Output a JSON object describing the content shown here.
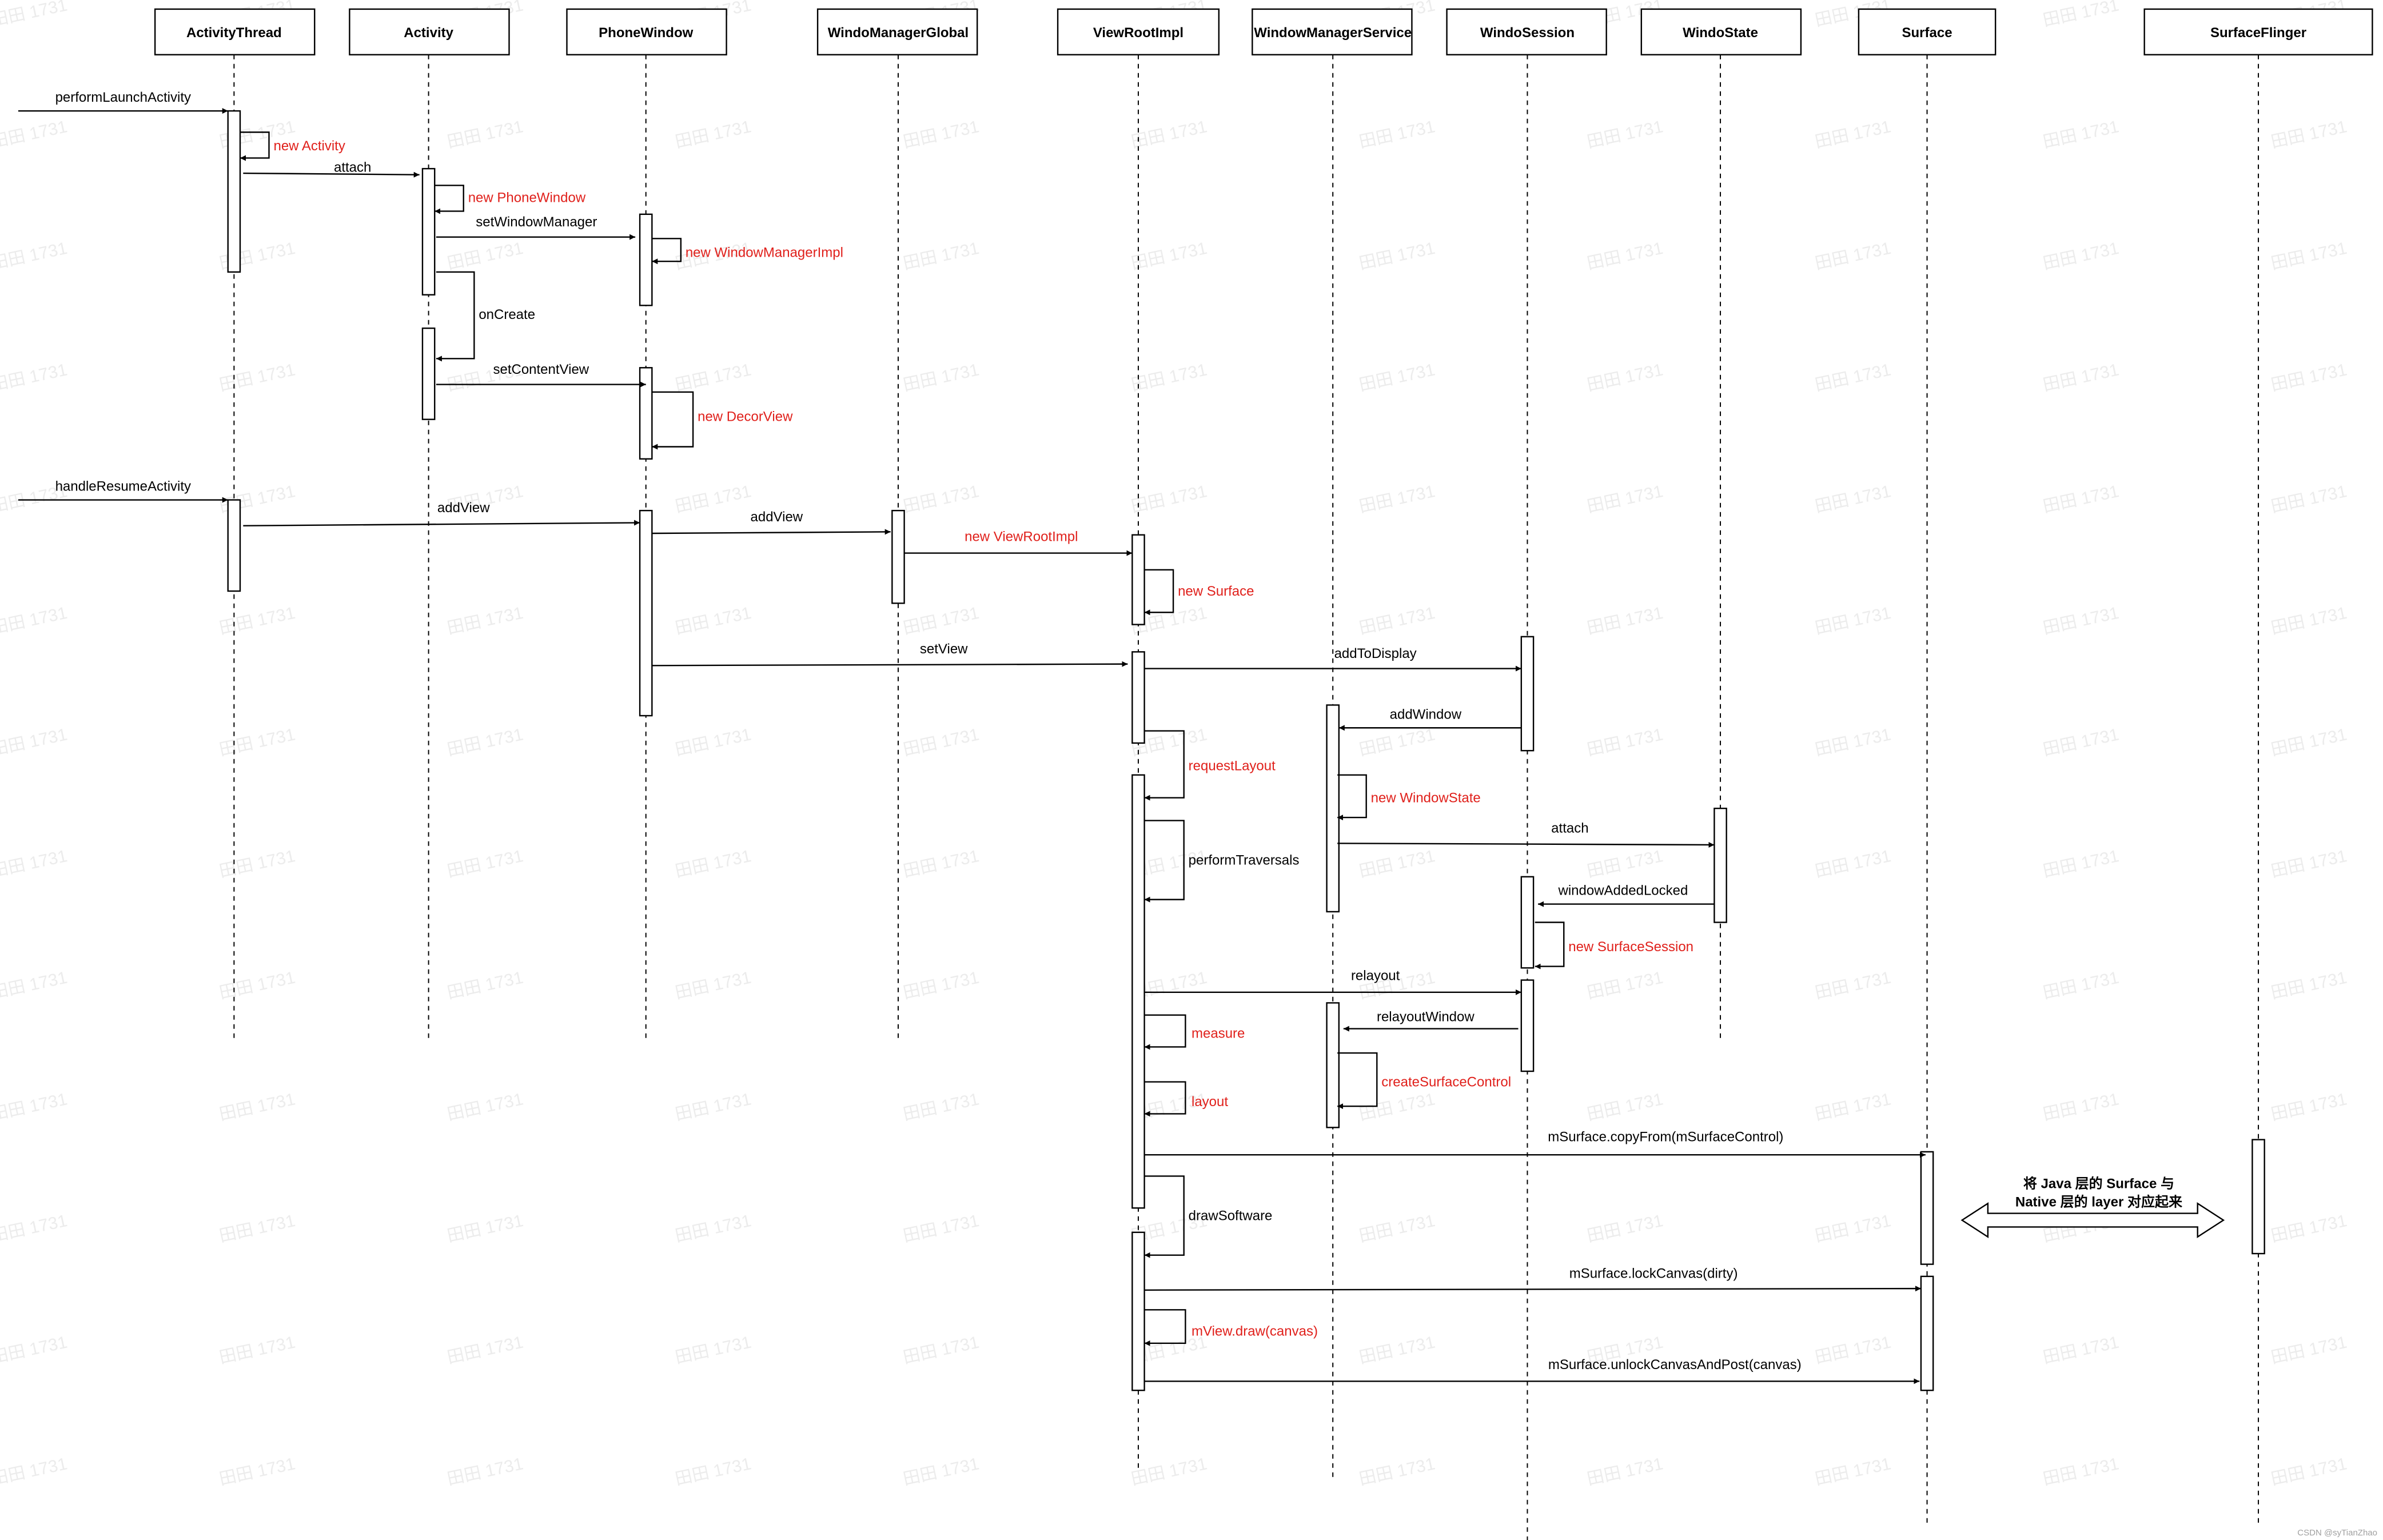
{
  "participants": [
    {
      "id": "activity_thread",
      "label": "ActivityThread"
    },
    {
      "id": "activity",
      "label": "Activity"
    },
    {
      "id": "phone_window",
      "label": "PhoneWindow"
    },
    {
      "id": "windo_manager_global",
      "label": "WindoManagerGlobal"
    },
    {
      "id": "view_root_impl",
      "label": "ViewRootImpl"
    },
    {
      "id": "window_manager_service",
      "label": "WindowManagerService"
    },
    {
      "id": "windo_session",
      "label": "WindoSession"
    },
    {
      "id": "windo_state",
      "label": "WindoState"
    },
    {
      "id": "surface",
      "label": "Surface"
    },
    {
      "id": "surface_flinger",
      "label": "SurfaceFlinger"
    }
  ],
  "messages": [
    {
      "label": "performLaunchActivity",
      "from": "external",
      "to": "activity_thread",
      "color": "black"
    },
    {
      "label": "new Activity",
      "from": "activity_thread",
      "to": "activity_thread",
      "color": "red"
    },
    {
      "label": "attach",
      "from": "activity_thread",
      "to": "activity",
      "color": "black"
    },
    {
      "label": "new PhoneWindow",
      "from": "activity",
      "to": "activity",
      "color": "red"
    },
    {
      "label": "setWindowManager",
      "from": "activity",
      "to": "phone_window",
      "color": "black"
    },
    {
      "label": "new WindowManagerImpl",
      "from": "phone_window",
      "to": "phone_window",
      "color": "red"
    },
    {
      "label": "onCreate",
      "from": "activity",
      "to": "activity",
      "color": "black"
    },
    {
      "label": "setContentView",
      "from": "activity",
      "to": "phone_window",
      "color": "black"
    },
    {
      "label": "new DecorView",
      "from": "phone_window",
      "to": "phone_window",
      "color": "red"
    },
    {
      "label": "handleResumeActivity",
      "from": "external",
      "to": "activity_thread",
      "color": "black"
    },
    {
      "label": "addView",
      "from": "activity_thread",
      "to": "phone_window",
      "color": "black"
    },
    {
      "label": "addView",
      "from": "phone_window",
      "to": "windo_manager_global",
      "color": "black"
    },
    {
      "label": "new ViewRootImpl",
      "from": "windo_manager_global",
      "to": "view_root_impl",
      "color": "red"
    },
    {
      "label": "new Surface",
      "from": "view_root_impl",
      "to": "view_root_impl",
      "color": "red"
    },
    {
      "label": "setView",
      "from": "phone_window",
      "to": "view_root_impl",
      "color": "black"
    },
    {
      "label": "addToDisplay",
      "from": "view_root_impl",
      "to": "windo_session",
      "color": "black"
    },
    {
      "label": "addWindow",
      "from": "windo_session",
      "to": "window_manager_service",
      "color": "black"
    },
    {
      "label": "requestLayout",
      "from": "view_root_impl",
      "to": "view_root_impl",
      "color": "red"
    },
    {
      "label": "new WindowState",
      "from": "window_manager_service",
      "to": "window_manager_service",
      "color": "red"
    },
    {
      "label": "attach",
      "from": "window_manager_service",
      "to": "windo_state",
      "color": "black"
    },
    {
      "label": "performTraversals",
      "from": "view_root_impl",
      "to": "view_root_impl",
      "color": "black"
    },
    {
      "label": "windowAddedLocked",
      "from": "windo_state",
      "to": "windo_session",
      "color": "black"
    },
    {
      "label": "new SurfaceSession",
      "from": "windo_session",
      "to": "windo_session",
      "color": "red"
    },
    {
      "label": "relayout",
      "from": "view_root_impl",
      "to": "windo_session",
      "color": "black"
    },
    {
      "label": "relayoutWindow",
      "from": "windo_session",
      "to": "window_manager_service",
      "color": "black"
    },
    {
      "label": "measure",
      "from": "view_root_impl",
      "to": "view_root_impl",
      "color": "red"
    },
    {
      "label": "createSurfaceControl",
      "from": "window_manager_service",
      "to": "window_manager_service",
      "color": "red"
    },
    {
      "label": "layout",
      "from": "view_root_impl",
      "to": "view_root_impl",
      "color": "red"
    },
    {
      "label": "mSurface.copyFrom(mSurfaceControl)",
      "from": "view_root_impl",
      "to": "surface",
      "color": "black"
    },
    {
      "label": "drawSoftware",
      "from": "view_root_impl",
      "to": "view_root_impl",
      "color": "black"
    },
    {
      "label": "mSurface.lockCanvas(dirty)",
      "from": "view_root_impl",
      "to": "surface",
      "color": "black"
    },
    {
      "label": "mView.draw(canvas)",
      "from": "view_root_impl",
      "to": "view_root_impl",
      "color": "red"
    },
    {
      "label": "mSurface.unlockCanvasAndPost(canvas)",
      "from": "view_root_impl",
      "to": "surface",
      "color": "black"
    }
  ],
  "note": {
    "lines": [
      "将 Java 层的 Surface 与",
      "Native 层的 layer 对应起来"
    ]
  },
  "watermark": "田田 1731",
  "credit": "CSDN @syTianZhao",
  "colors": {
    "message_red": "#e0201b",
    "line": "#000000"
  }
}
